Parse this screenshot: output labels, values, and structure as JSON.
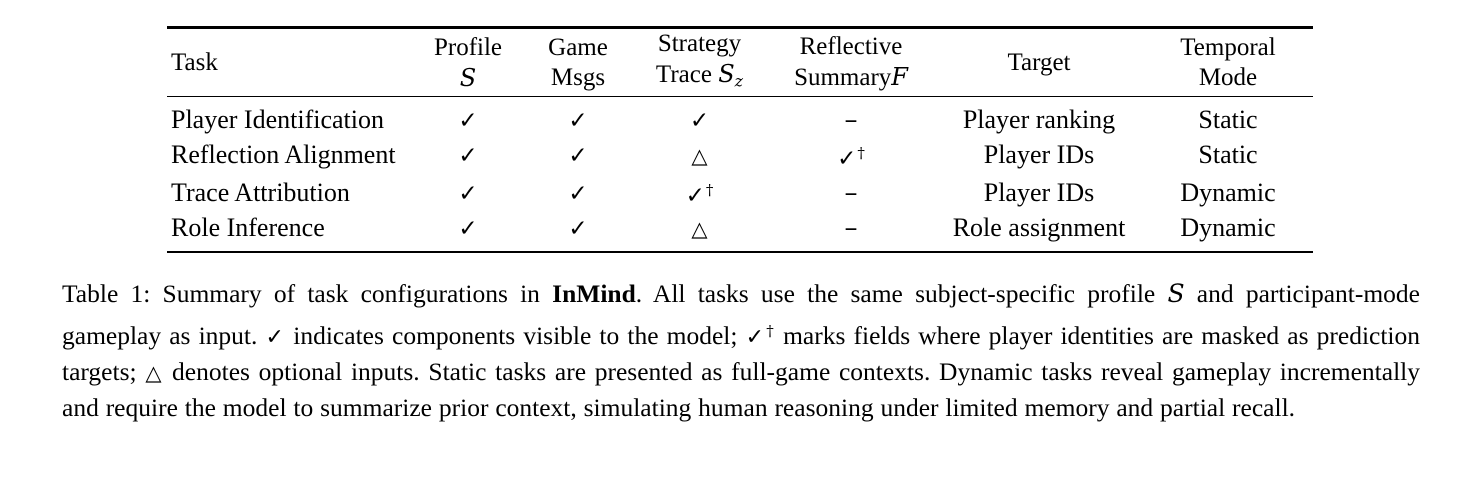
{
  "table": {
    "columns": [
      {
        "id": "task",
        "line1": "Task",
        "line2": ""
      },
      {
        "id": "profile",
        "line1": "Profile",
        "line2": "S",
        "line2_style": "script"
      },
      {
        "id": "game",
        "line1": "Game",
        "line2": "Msgs"
      },
      {
        "id": "strategy",
        "line1": "Strategy",
        "line2": "Trace",
        "line2_math": "S",
        "line2_sub": "z"
      },
      {
        "id": "reflective",
        "line1": "Reflective",
        "line2": "Summary",
        "line2_math": "F"
      },
      {
        "id": "target",
        "line1": "Target",
        "line2": ""
      },
      {
        "id": "temporal",
        "line1": "Temporal",
        "line2": "Mode"
      }
    ],
    "rows": [
      {
        "task": "Player Identification",
        "profile": "check",
        "game": "check",
        "strategy": "check",
        "reflective": "dash",
        "target": "Player ranking",
        "temporal": "Static"
      },
      {
        "task": "Reflection Alignment",
        "profile": "check",
        "game": "check",
        "strategy": "triangle",
        "reflective": "check-dagger",
        "target": "Player IDs",
        "temporal": "Static"
      },
      {
        "task": "Trace Attribution",
        "profile": "check",
        "game": "check",
        "strategy": "check-dagger",
        "reflective": "dash",
        "target": "Player IDs",
        "temporal": "Dynamic"
      },
      {
        "task": "Role Inference",
        "profile": "check",
        "game": "check",
        "strategy": "triangle",
        "reflective": "dash",
        "target": "Role assignment",
        "temporal": "Dynamic"
      }
    ],
    "glyphs": {
      "check": "✓",
      "triangle": "△",
      "dash": "–",
      "dagger": "†"
    }
  },
  "caption": {
    "label": "Table 1:",
    "part1": " Summary of task configurations in ",
    "bold_term": "InMind",
    "part2": ". All tasks use the same subject-specific profile ",
    "math_s": "S",
    "part3": " and participant-mode gameplay as input. ",
    "check": "✓",
    "part4": " indicates components visible to the model; ",
    "check2": "✓",
    "dagger": "†",
    "part5": " marks fields where player identities are masked as prediction targets; ",
    "triangle": "△",
    "part6": " denotes optional inputs. Static tasks are presented as full-game contexts. Dynamic tasks reveal gameplay incrementally and require the model to summarize prior context, simulating human reasoning under limited memory and partial recall."
  },
  "colors": {
    "text": "#000000",
    "background": "#ffffff",
    "rule": "#000000"
  }
}
